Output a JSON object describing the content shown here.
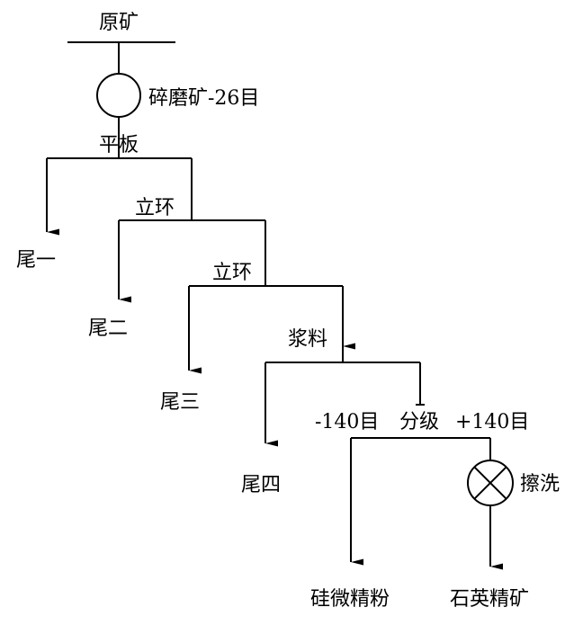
{
  "nodes": {
    "ore": "原矿",
    "grind": "碎磨矿-26目",
    "flat_plate": "平板",
    "vertical_ring_1": "立环",
    "vertical_ring_2": "立环",
    "slurry": "浆料",
    "minus_mesh": "-140目",
    "classify": "分级",
    "plus_mesh": "+140目",
    "scrub": "擦洗"
  },
  "outputs": {
    "tail_1": "尾一",
    "tail_2": "尾二",
    "tail_3": "尾三",
    "tail_4": "尾四",
    "silica_powder": "硅微精粉",
    "quartz_concentrate": "石英精矿"
  },
  "colors": {
    "line": "#000000"
  }
}
